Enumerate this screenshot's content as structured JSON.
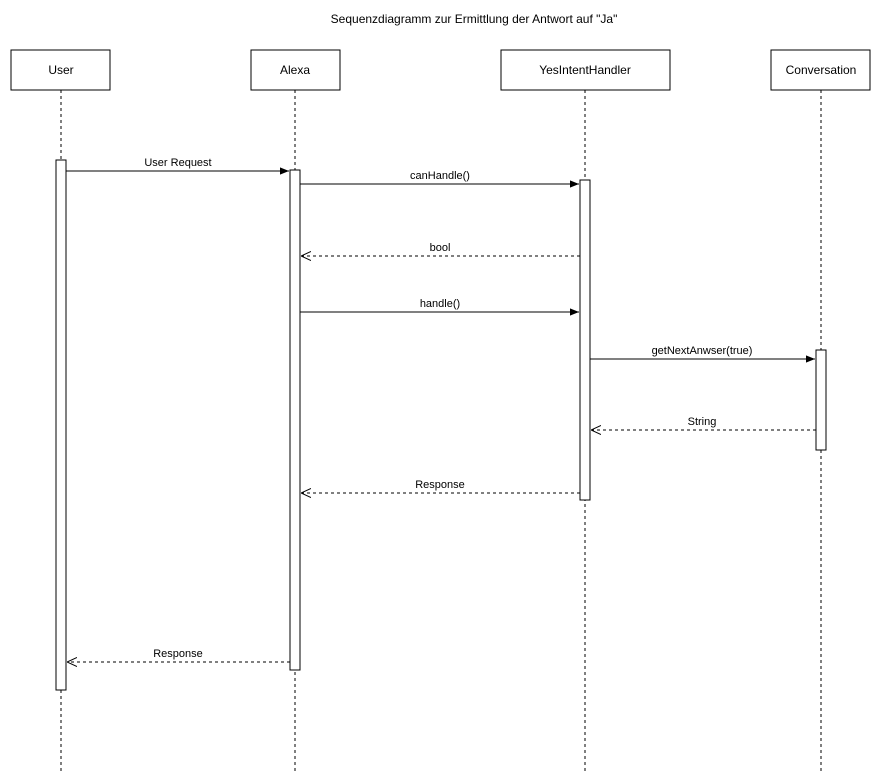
{
  "diagram": {
    "title": "Sequenzdiagramm zur Ermittlung der Antwort auf \"Ja\"",
    "participants": [
      {
        "id": "user",
        "label": "User"
      },
      {
        "id": "alexa",
        "label": "Alexa"
      },
      {
        "id": "yes",
        "label": "YesIntentHandler"
      },
      {
        "id": "conv",
        "label": "Conversation"
      }
    ],
    "messages": [
      {
        "from": "user",
        "to": "alexa",
        "label": "User Request",
        "style": "sync"
      },
      {
        "from": "alexa",
        "to": "yes",
        "label": "canHandle()",
        "style": "sync"
      },
      {
        "from": "yes",
        "to": "alexa",
        "label": "bool",
        "style": "return"
      },
      {
        "from": "alexa",
        "to": "yes",
        "label": "handle()",
        "style": "sync"
      },
      {
        "from": "yes",
        "to": "conv",
        "label": "getNextAnwser(true)",
        "style": "sync"
      },
      {
        "from": "conv",
        "to": "yes",
        "label": "String",
        "style": "return"
      },
      {
        "from": "yes",
        "to": "alexa",
        "label": "Response",
        "style": "return"
      },
      {
        "from": "alexa",
        "to": "user",
        "label": "Response",
        "style": "return"
      }
    ]
  }
}
